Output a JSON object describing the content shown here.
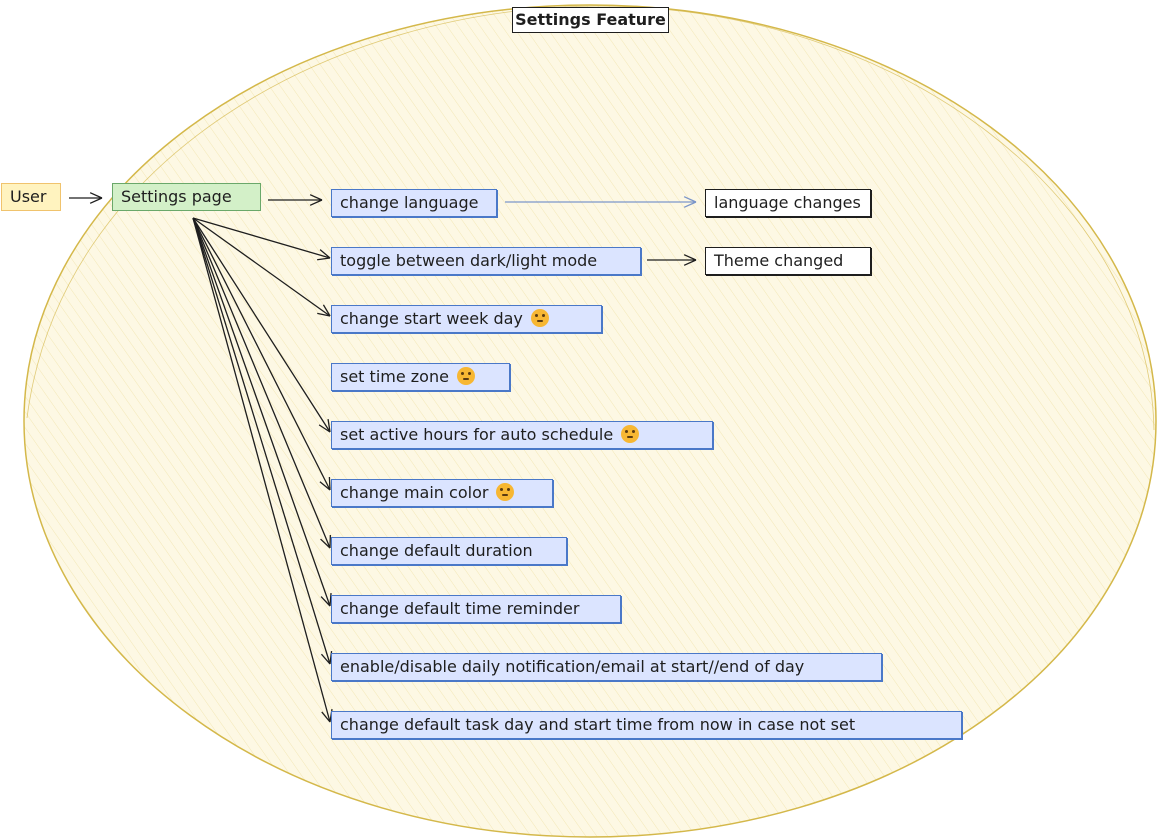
{
  "title": "Settings Feature",
  "actor": {
    "label": "User"
  },
  "hub": {
    "label": "Settings page"
  },
  "features": [
    {
      "label": "change language"
    },
    {
      "label": "toggle between dark/light mode"
    },
    {
      "label": "change start week day",
      "icon": "thinking-face-icon"
    },
    {
      "label": "set time zone",
      "icon": "thinking-face-icon"
    },
    {
      "label": "set active hours for auto schedule",
      "icon": "thinking-face-icon"
    },
    {
      "label": "change main color",
      "icon": "thinking-face-icon"
    },
    {
      "label": "change default duration"
    },
    {
      "label": "change default time reminder"
    },
    {
      "label": "enable/disable daily notification/email at start//end of day"
    },
    {
      "label": "change default task day and start time from now in case not set"
    }
  ],
  "results": [
    {
      "label": "language changes"
    },
    {
      "label": "Theme changed"
    }
  ],
  "colors": {
    "boundary_fill": "#fdf8e4",
    "boundary_stroke": "#d4b84a",
    "actor_fill": "#fff3bf",
    "hub_fill": "#d3f0c8",
    "feature_fill": "#dbe4ff",
    "feature_stroke": "#4a78c8",
    "language_arrow": "#7b96c9",
    "emoji": "#f7b733"
  }
}
